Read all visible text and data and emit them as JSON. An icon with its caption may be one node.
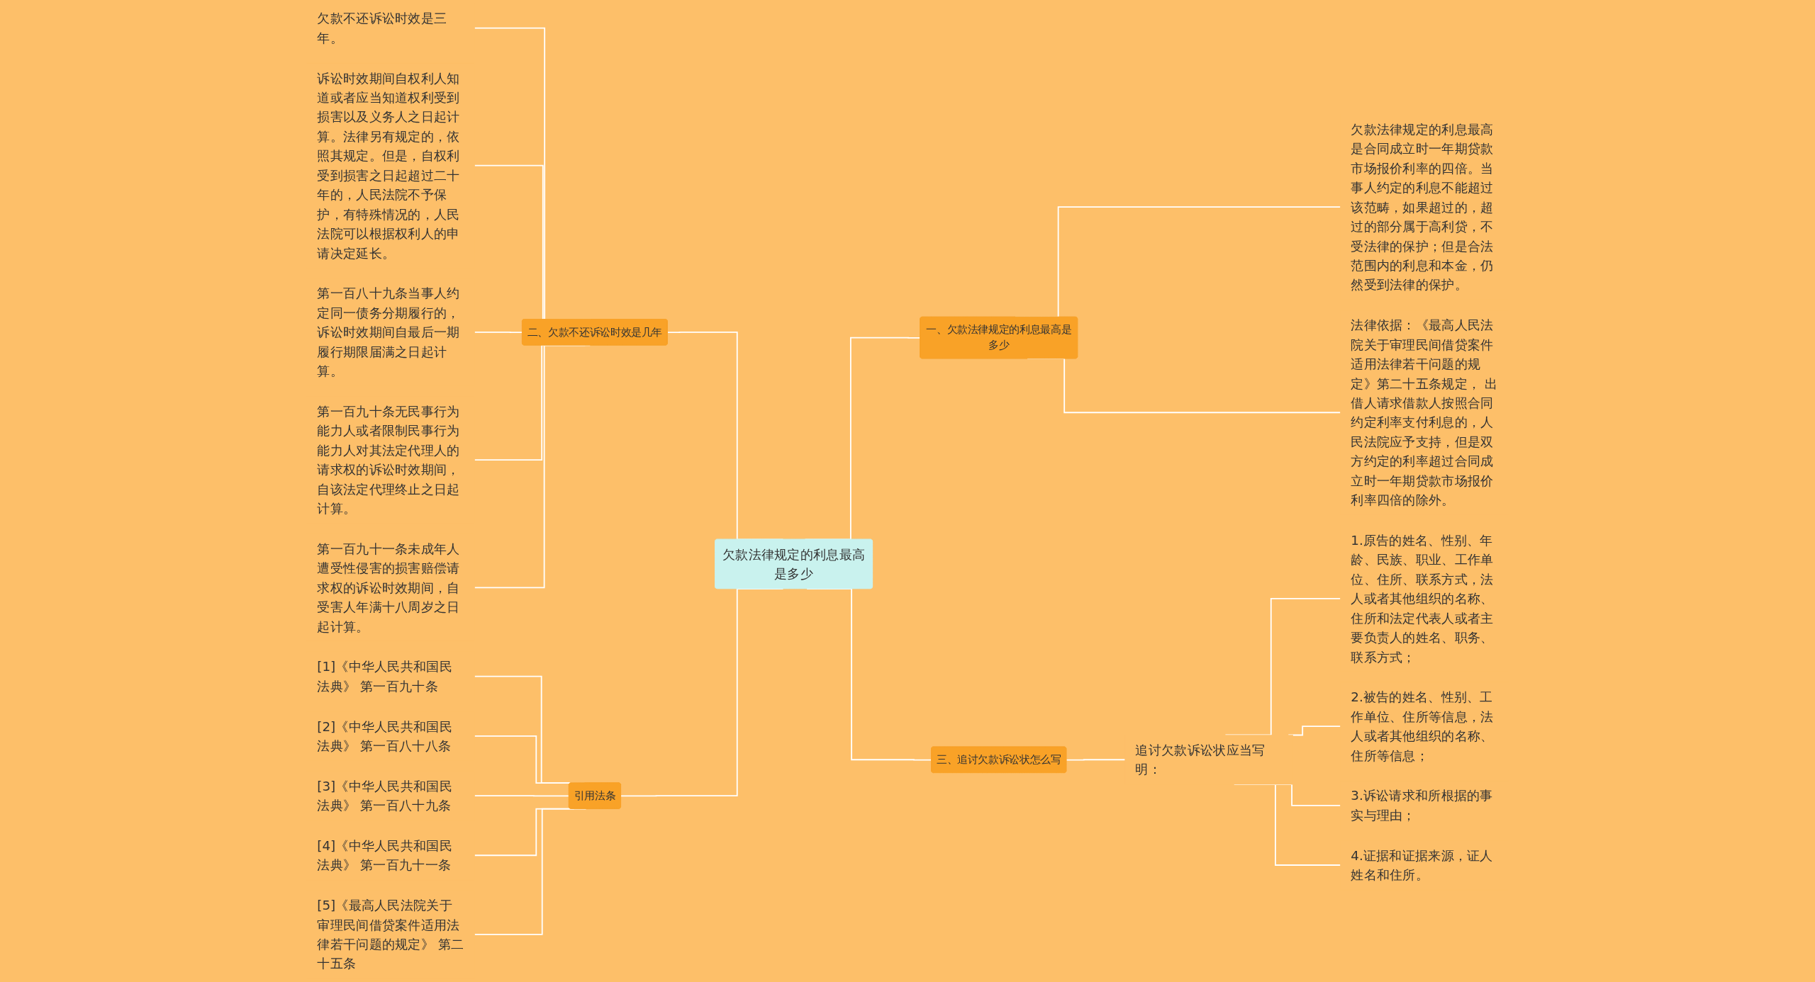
{
  "diagram": {
    "nodes": [
      {
        "text": [
          "欠款法律规定的利息最高是多少"
        ]
      },
      {
        "text": [
          "一、欠款法律规定的利息最高是多少"
        ]
      },
      {
        "text": [
          "欠款法律规定的利息最高是合同成立时一年期贷款市场报价利率的四倍。当事人约定的利息不能超过该范畴，如果超过的，超过的部分属于高利贷，不受法律的保护；但是合法范围内的利息和本金，仍然受到法律的保护。"
        ]
      },
      {
        "text": [
          "法律依据：《最高人民法院关于审理民间借贷案件适用法律若干问题的规定》第二十五条规定， 出借人请求借款人按照合同约定利率支付利息的，人民法院应予支持，但是双方约定的利率超过合同成立时一年期贷款市场报价利率四倍的除外。"
        ]
      },
      {
        "text": [
          "二、欠款不还诉讼时效是几年"
        ]
      },
      {
        "text": [
          "欠款不还诉讼时效是三年。"
        ]
      },
      {
        "text": [
          "诉讼时效期间自权利人知道或者应当知道权利受到损害以及义务人之日起计算。法律另有规定的，依照其规定。但是，自权利受到损害之日起超过二十年的，人民法院不予保护，有特殊情况的，人民法院可以根据权利人的申请决定延长。"
        ]
      },
      {
        "text": [
          "第一百八十九条当事人约定同一债务分期履行的，诉讼时效期间自最后一期履行期限届满之日起计算。"
        ]
      },
      {
        "text": [
          "第一百九十条无民事行为能力人或者限制民事行为能力人对其法定代理人的请求权的诉讼时效期间，自该法定代理终止之日起计算。"
        ]
      },
      {
        "text": [
          "第一百九十一条未成年人遭受性侵害的损害赔偿请求权的诉讼时效期间，自受害人年满十八周岁之日起计算。"
        ]
      },
      {
        "text": [
          "三、追讨欠款诉讼状怎么写"
        ]
      },
      {
        "text": [
          "追讨欠款诉讼状应当写明："
        ]
      },
      {
        "text": [
          "1.原告的姓名、性别、年龄、民族、职业、工作单位、住所、联系方式，法人或者其他组织的名称、住所和法定代表人或者主要负责人的姓名、职务、联系方式；"
        ]
      },
      {
        "text": [
          "2.被告的姓名、性别、工作单位、住所等信息，法人或者其他组织的名称、住所等信息；"
        ]
      },
      {
        "text": [
          "3.诉讼请求和所根据的事实与理由；"
        ]
      },
      {
        "text": [
          "4.证据和证据来源，证人姓名和住所。"
        ]
      },
      {
        "text": [
          "引用法条"
        ]
      },
      {
        "text": [
          "[1]《中华人民共和国民法典》 第一百九十条"
        ]
      },
      {
        "text": [
          "[2]《中华人民共和国民法典》 第一百八十八条"
        ]
      },
      {
        "text": [
          "[3]《中华人民共和国民法典》 第一百八十九条"
        ]
      },
      {
        "text": [
          "[4]《中华人民共和国民法典》 第一百九十一条"
        ]
      },
      {
        "text": [
          "[5]《最高人民法院关于审理民间借贷案件适用法律若干问题的规定》 第二十五条"
        ]
      }
    ],
    "edges": [
      {
        "from": 0,
        "to": 1,
        "arrow": "none"
      },
      {
        "from": 1,
        "to": 2,
        "arrow": "none"
      },
      {
        "from": 1,
        "to": 3,
        "arrow": "none"
      },
      {
        "from": 4,
        "to": 0,
        "arrow": "none"
      },
      {
        "from": 5,
        "to": 4,
        "arrow": "none"
      },
      {
        "from": 6,
        "to": 4,
        "arrow": "none"
      },
      {
        "from": 7,
        "to": 4,
        "arrow": "none"
      },
      {
        "from": 8,
        "to": 4,
        "arrow": "none"
      },
      {
        "from": 9,
        "to": 4,
        "arrow": "none"
      },
      {
        "from": 0,
        "to": 10,
        "arrow": "none"
      },
      {
        "from": 10,
        "to": 11,
        "arrow": "none"
      },
      {
        "from": 11,
        "to": 12,
        "arrow": "none"
      },
      {
        "from": 11,
        "to": 13,
        "arrow": "none"
      },
      {
        "from": 11,
        "to": 14,
        "arrow": "none"
      },
      {
        "from": 11,
        "to": 15,
        "arrow": "none"
      },
      {
        "from": 16,
        "to": 0,
        "arrow": "none"
      },
      {
        "from": 17,
        "to": 16,
        "arrow": "none"
      },
      {
        "from": 18,
        "to": 16,
        "arrow": "none"
      },
      {
        "from": 19,
        "to": 16,
        "arrow": "none"
      },
      {
        "from": 20,
        "to": 16,
        "arrow": "none"
      },
      {
        "from": 21,
        "to": 16,
        "arrow": "none"
      }
    ]
  }
}
